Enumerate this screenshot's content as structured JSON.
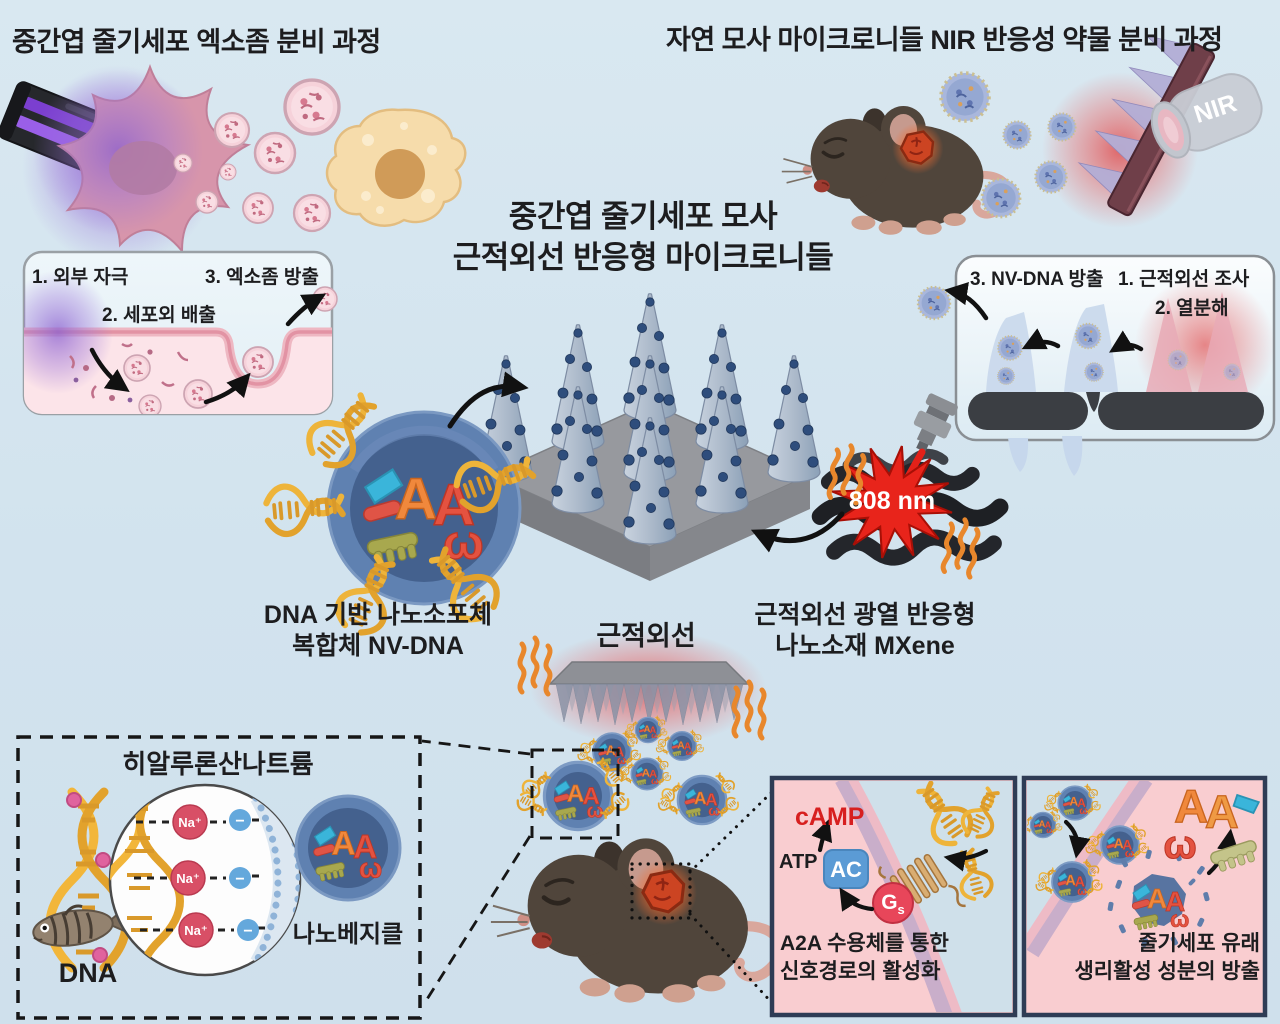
{
  "titles": {
    "top_left": "중간엽 줄기세포 엑소좀 분비 과정",
    "top_right": "자연 모사 마이크로니들 NIR 반응성 약물 분비 과정",
    "center_line1": "중간엽 줄기세포 모사",
    "center_line2": "근적외선 반응형 마이크로니들"
  },
  "exosome_inset": {
    "step1": "1.  외부 자극",
    "step2": "2. 세포외 배출",
    "step3": "3. 엑소좀 방출"
  },
  "microneedle_inset": {
    "step1": "1. 근적외선 조사",
    "step2": "2. 열분해",
    "step3": "3. NV-DNA 방출"
  },
  "labels": {
    "nv_dna_line1": "DNA 기반 나노소포체",
    "nv_dna_line2": "복합체 NV-DNA",
    "mxene_line1": "근적외선 광열 반응형",
    "mxene_line2": "나노소재 MXene",
    "laser_wavelength": "808 nm",
    "nir_device": "NIR",
    "nir_korean": "근적외선"
  },
  "hyaluronate_box": {
    "title": "히알루론산나트륨",
    "dna_label": "DNA",
    "vesicle_label": "나노베지클",
    "cation": "Na⁺",
    "anion": "−"
  },
  "signaling_box": {
    "camp": "cAMP",
    "atp": "ATP",
    "ac": "AC",
    "g_protein": "G",
    "g_protein_sub": "s",
    "caption_line1": "A2A 수용체를 통한",
    "caption_line2": "신호경로의 활성화"
  },
  "release_box": {
    "caption_line1": "줄기세포 유래",
    "caption_line2": "생리활성 성분의 방출"
  },
  "art": {
    "letter_a": "A",
    "letter_omega": "ω"
  },
  "colors": {
    "background": "#d4e4ee",
    "accent_red": "#e8241b",
    "heat_orange": "#e8872c",
    "dna_yellow": "#eeb43a",
    "vesicle_blue": "#5f81b1",
    "vesicle_inner": "#44618e",
    "mxene_black": "#24262b",
    "membrane_pink": "#f9cdd0",
    "cytosol_blue": "#cfe0ea",
    "na_red": "#d84f66",
    "ion_blue": "#64a8dc",
    "box_border": "#2e3c55",
    "ac_blue": "#5b9bd5",
    "gs_red": "#e8465a",
    "camp_red": "#d71f1f",
    "mouse_brown": "#50453b",
    "wound_orange": "#e2571e",
    "uv_purple": "#8a5fd0"
  }
}
